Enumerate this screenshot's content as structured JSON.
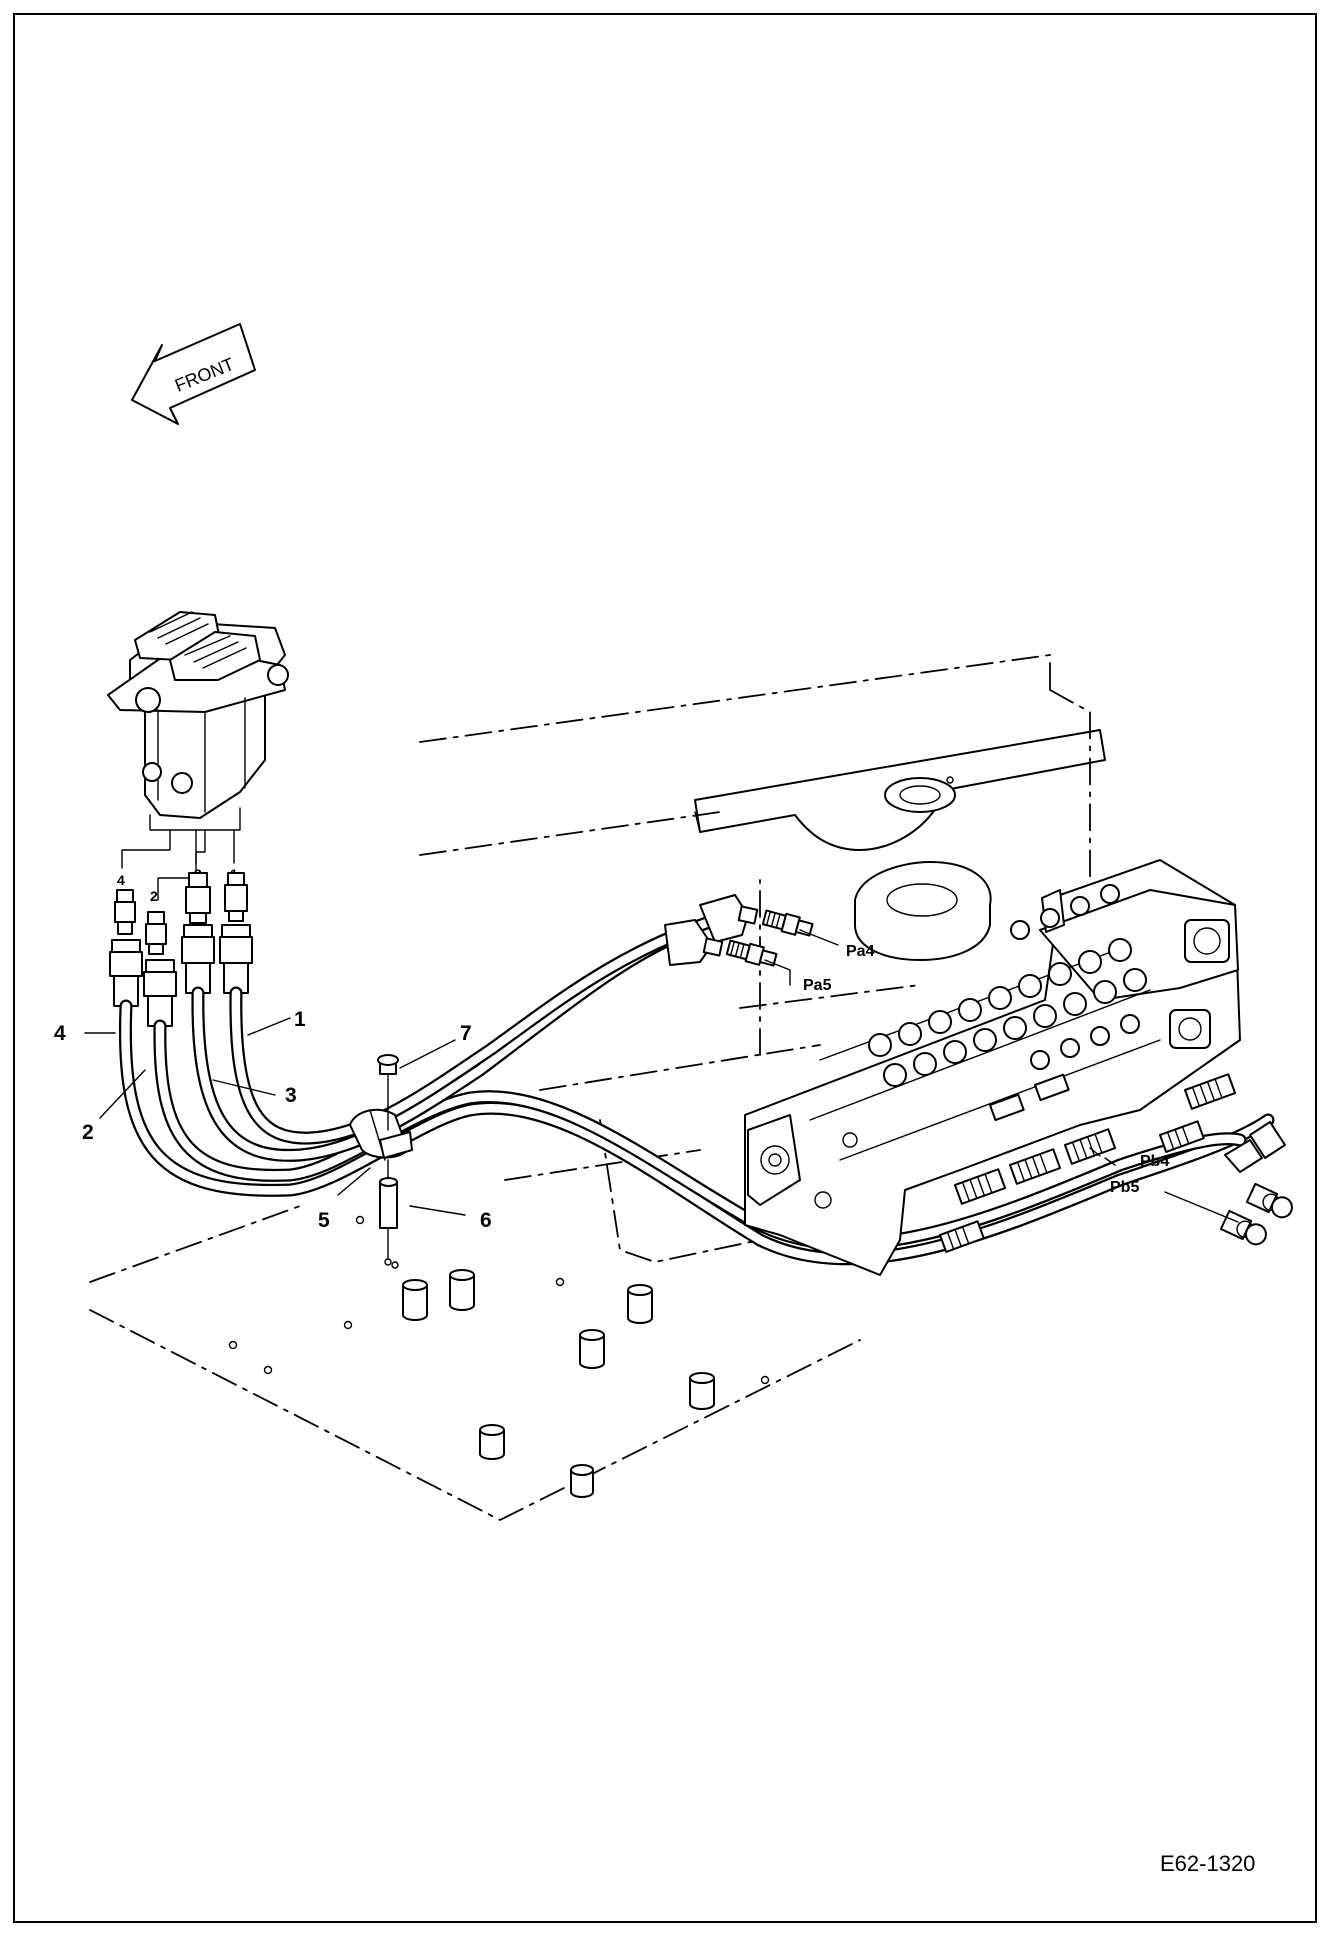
{
  "direction_label": "FRONT",
  "callouts": {
    "c1": "1",
    "c2": "2",
    "c3": "3",
    "c4": "4",
    "c5": "5",
    "c6": "6",
    "c7": "7"
  },
  "port_numbers": {
    "p1": "1",
    "p2": "2",
    "p3": "3",
    "p4": "4"
  },
  "ports": {
    "pa4": "Pa4",
    "pa5": "Pa5",
    "pb4": "Pb4",
    "pb5": "Pb5"
  },
  "figure_code": "E62-1320"
}
